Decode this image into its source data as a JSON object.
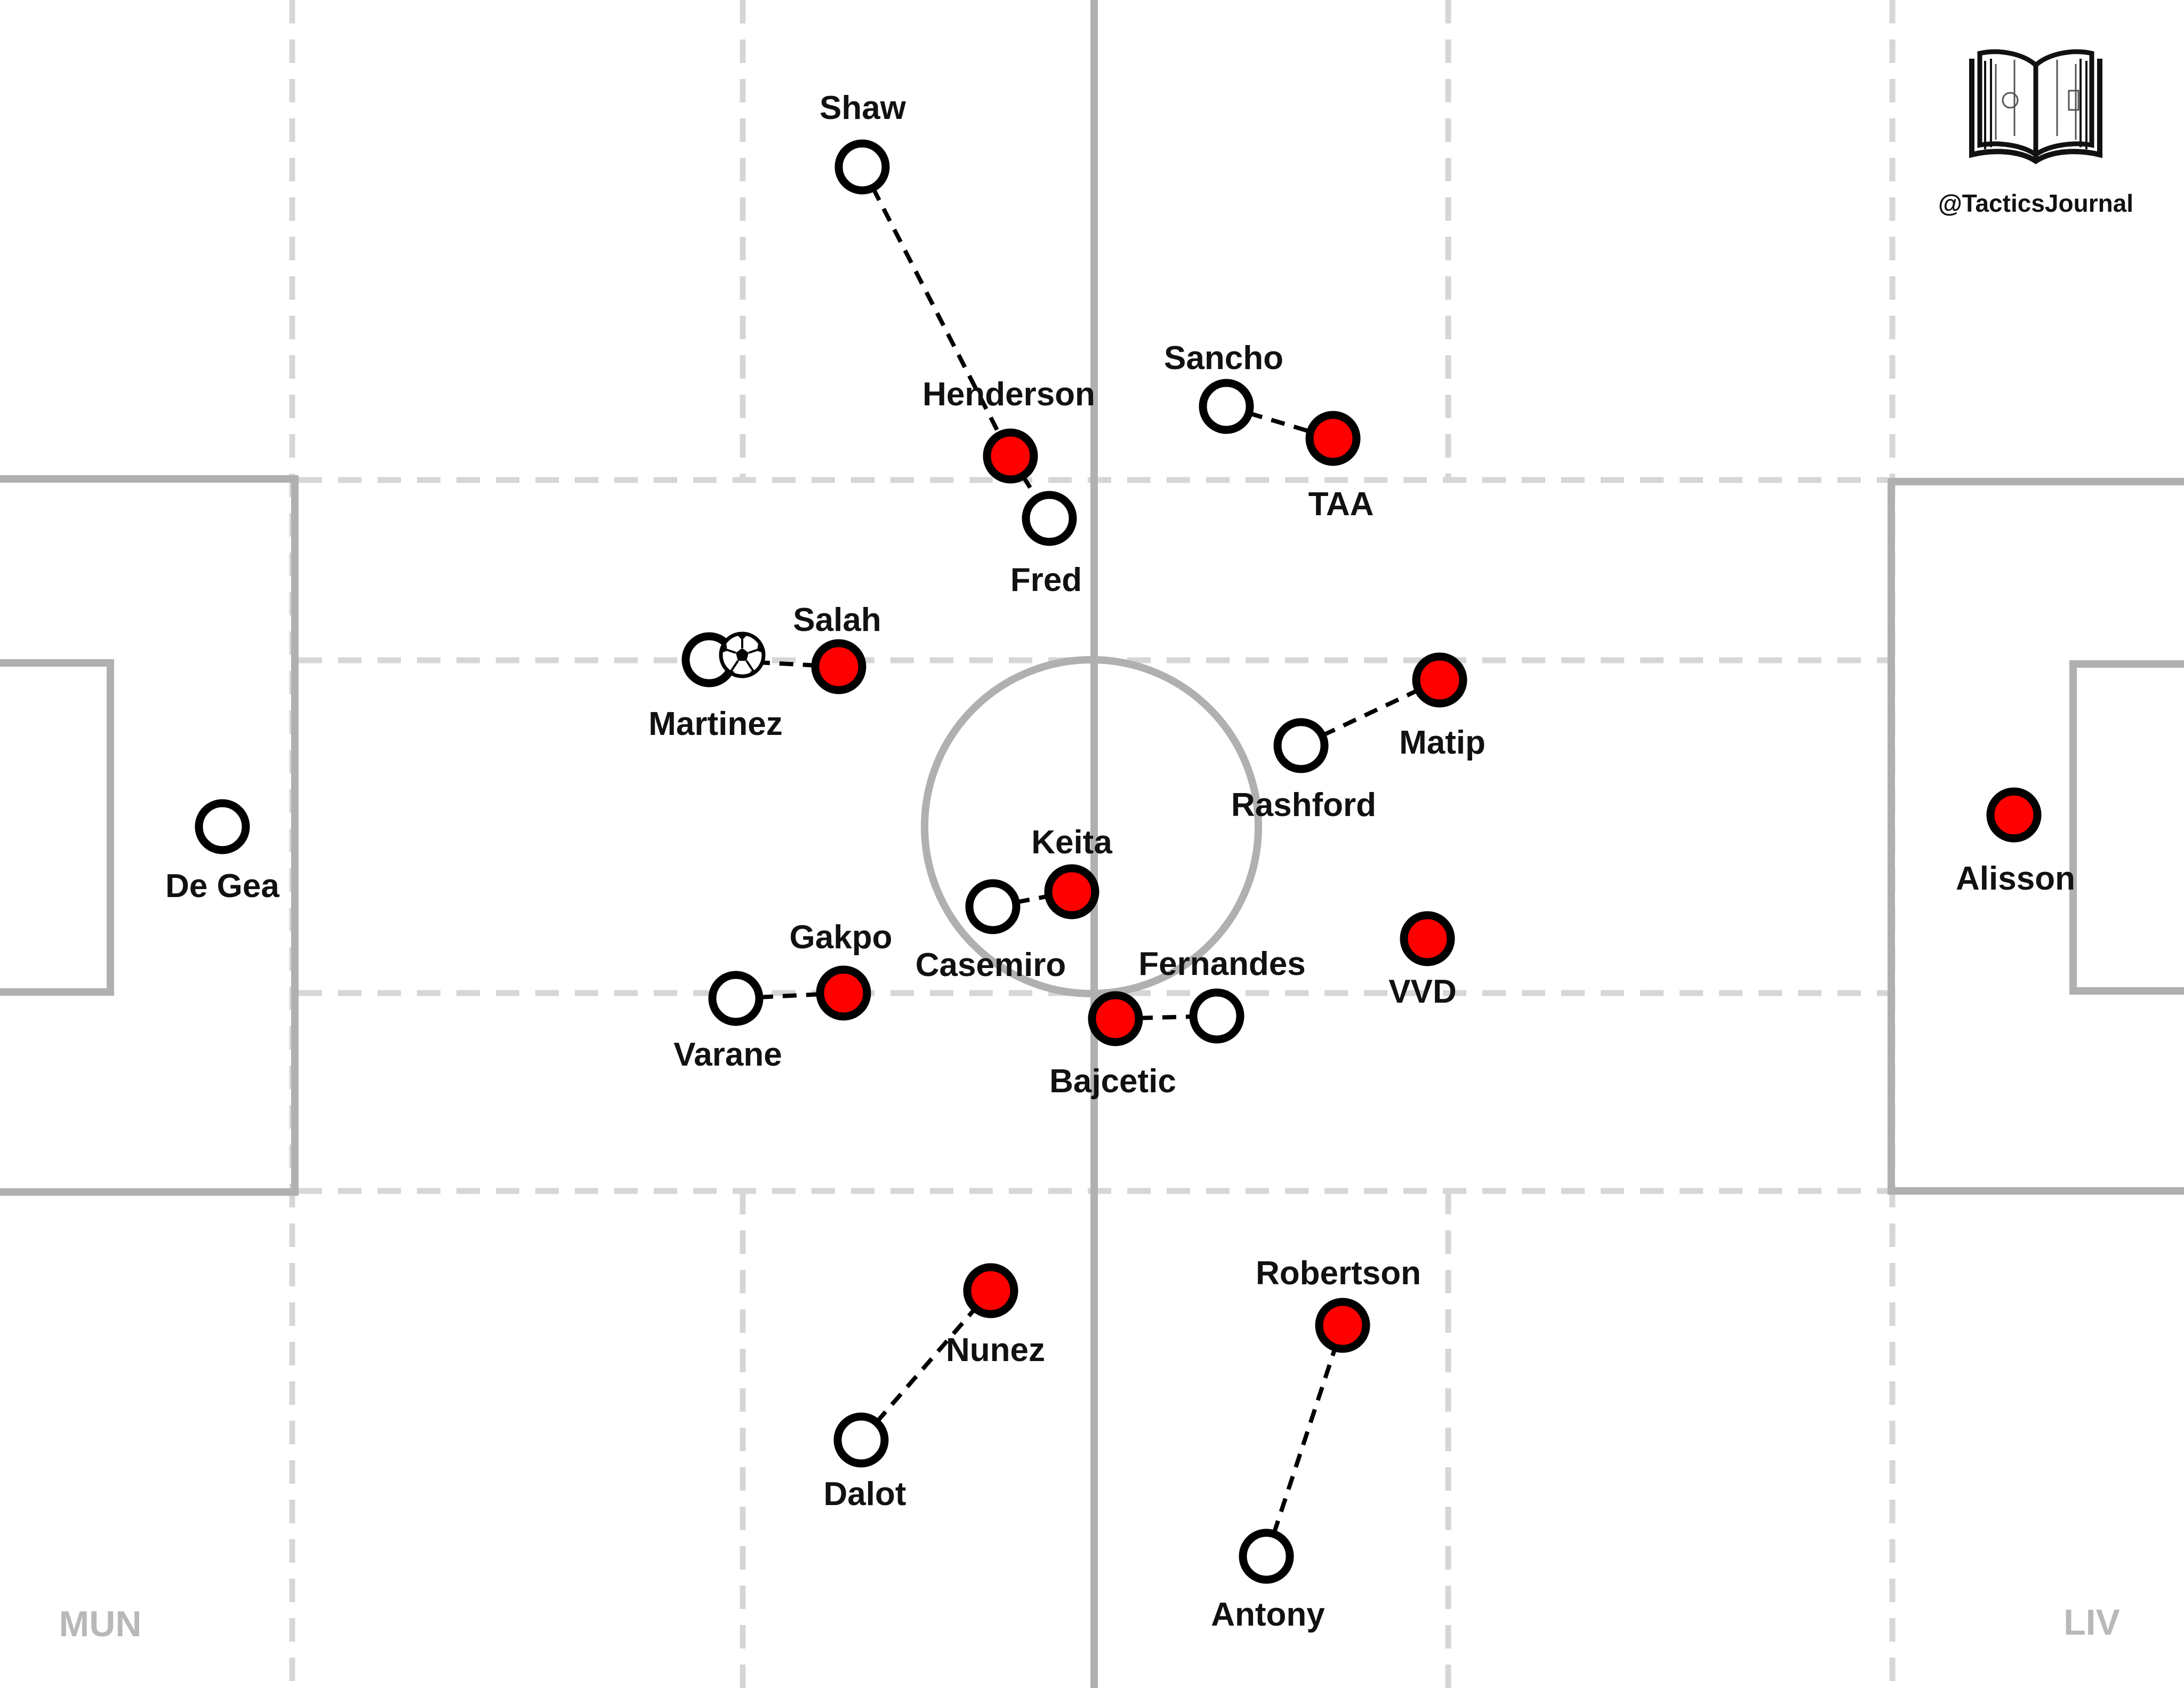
{
  "credit": "@TacticsJournal",
  "logo_icon": "open-book-icon",
  "teams": {
    "home": "MUN",
    "away": "LIV"
  },
  "colors": {
    "home_fill": "#ffffff",
    "away_fill": "#ff0000",
    "line": "#b0b0b0",
    "guide": "#d6d6d6",
    "marker_stroke": "#000000"
  },
  "ball_holder": "Martinez",
  "players": {
    "shaw": "Shaw",
    "henderson": "Henderson",
    "fred": "Fred",
    "sancho": "Sancho",
    "taa": "TAA",
    "salah": "Salah",
    "martinez": "Martinez",
    "matip": "Matip",
    "rashford": "Rashford",
    "de_gea": "De Gea",
    "keita": "Keita",
    "casemiro": "Casemiro",
    "alisson": "Alisson",
    "gakpo": "Gakpo",
    "varane": "Varane",
    "fernandes": "Fernandes",
    "vvd": "VVD",
    "bajcetic": "Bajcetic",
    "nunez": "Nunez",
    "dalot": "Dalot",
    "robertson": "Robertson",
    "antony": "Antony"
  },
  "marking_pairs": [
    [
      "Shaw",
      "Henderson"
    ],
    [
      "Henderson",
      "Fred"
    ],
    [
      "Sancho",
      "TAA"
    ],
    [
      "Martinez",
      "Salah"
    ],
    [
      "Rashford",
      "Matip"
    ],
    [
      "Casemiro",
      "Keita"
    ],
    [
      "Varane",
      "Gakpo"
    ],
    [
      "Bajcetic",
      "Fernandes"
    ],
    [
      "Dalot",
      "Nunez"
    ],
    [
      "Antony",
      "Robertson"
    ]
  ]
}
